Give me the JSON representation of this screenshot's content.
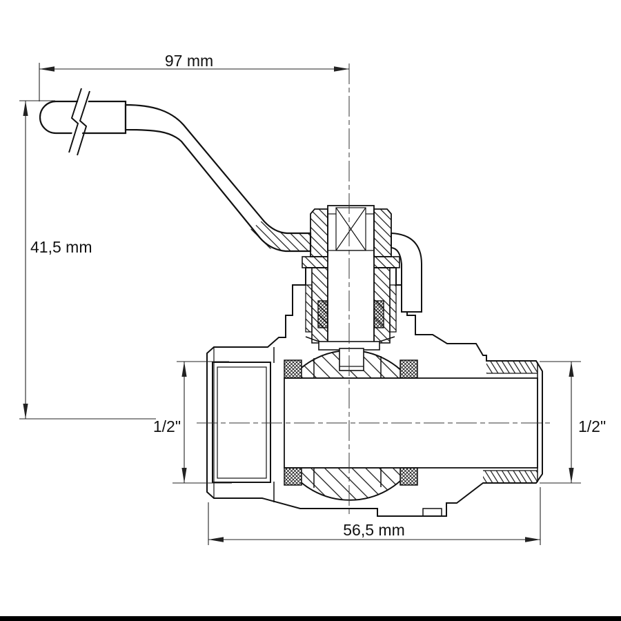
{
  "drawing": {
    "dimensions": {
      "handle_length": "97 mm",
      "overall_height": "41,5 mm",
      "inlet_thread_size": "1/2\"",
      "outlet_thread_size": "1/2\"",
      "body_length": "56,5 mm"
    },
    "colors": {
      "line": "#111111",
      "background": "#ffffff",
      "bottom_bar": "#000000"
    }
  }
}
